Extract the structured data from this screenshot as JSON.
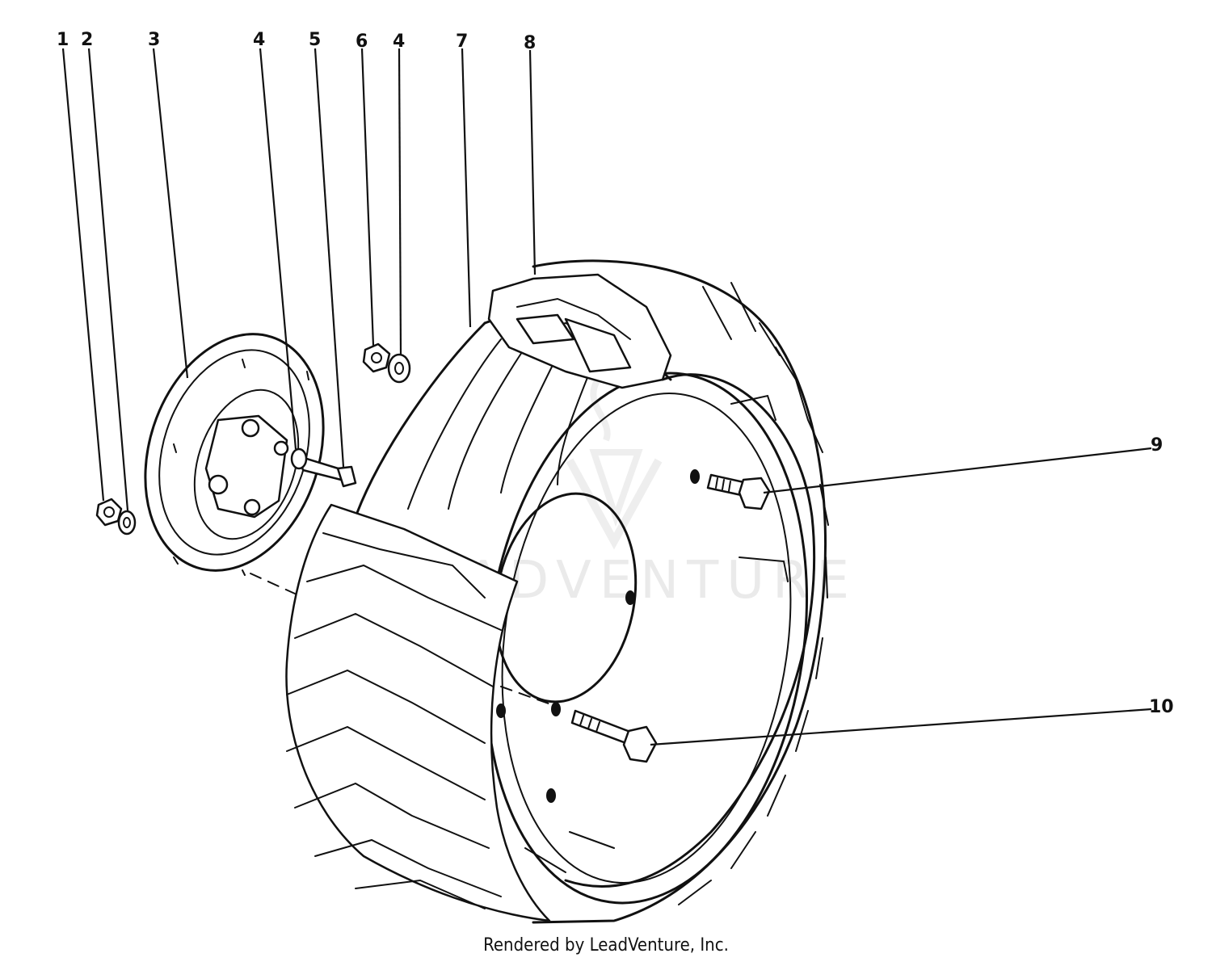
{
  "callouts": [
    {
      "label": "1"
    },
    {
      "label": "2"
    },
    {
      "label": "3"
    },
    {
      "label": "4"
    },
    {
      "label": "5"
    },
    {
      "label": "6"
    },
    {
      "label": "4"
    },
    {
      "label": "7"
    },
    {
      "label": "8"
    },
    {
      "label": "9"
    },
    {
      "label": "10"
    }
  ],
  "watermark": "LEADVENTURE",
  "footer": "Rendered by LeadVenture, Inc."
}
